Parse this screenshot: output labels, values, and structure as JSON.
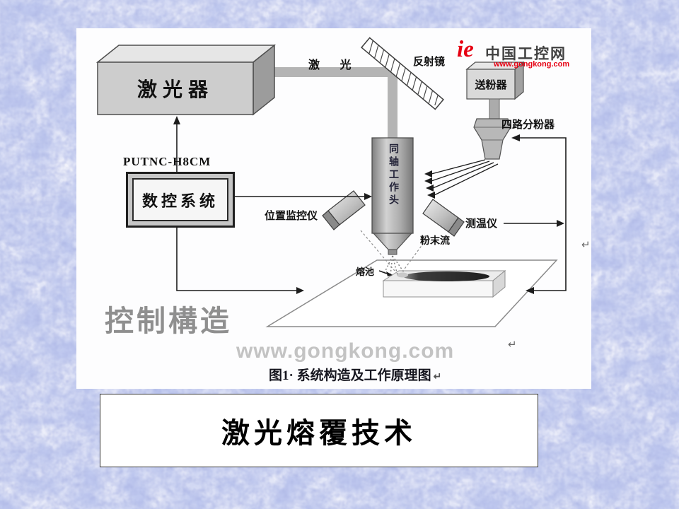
{
  "slide": {
    "title": "激光熔覆技术"
  },
  "logo": {
    "mark": "ie",
    "brand": "中国工控网",
    "url": "www.gongkong.com"
  },
  "diagram": {
    "caption": "图1· 系统构造及工作原理图",
    "return_mark": "↵",
    "watermark": "www.gongkong.com",
    "labels": {
      "laser": "激光器",
      "beam": "激 光",
      "mirror": "反射镜",
      "powder_feeder": "送粉器",
      "splitter": "四路分粉器",
      "cnc_model": "PUTNC-H8CM",
      "cnc": "数控系统",
      "head": "同轴工作头",
      "position_monitor": "位置监控仪",
      "thermometer": "测温仪",
      "powder_flow": "粉末流",
      "melt_pool": "熔池",
      "control_structure": "控制構造"
    },
    "colors": {
      "accent_red": "#e60012",
      "metal_gray": "#c9c9c9",
      "background_blue": "#aeb9e4"
    }
  }
}
